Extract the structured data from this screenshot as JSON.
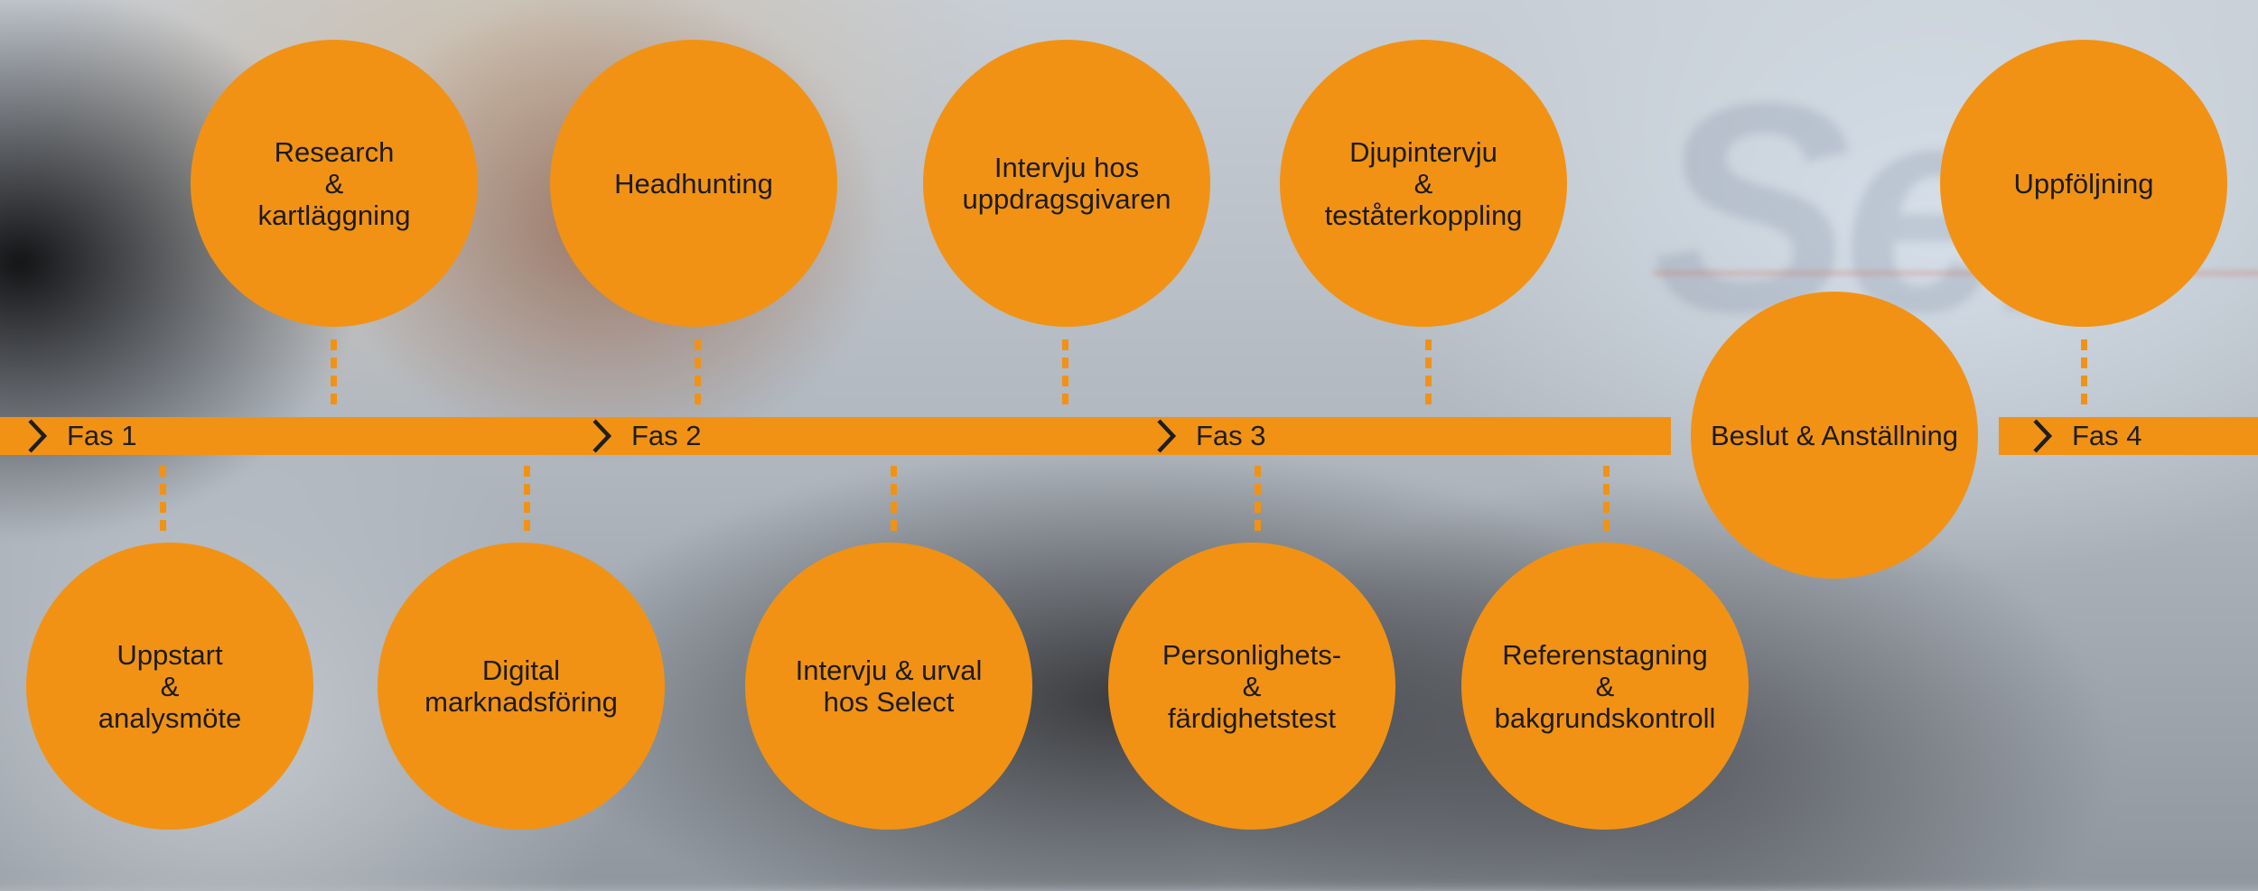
{
  "phases": [
    {
      "label": "Fas 1"
    },
    {
      "label": "Fas 2"
    },
    {
      "label": "Fas 3"
    },
    {
      "label": "Fas 4"
    }
  ],
  "steps": [
    {
      "label": "Uppstart\n&\nanalysmöte"
    },
    {
      "label": "Research\n&\nkartläggning"
    },
    {
      "label": "Digital\nmarknadsföring"
    },
    {
      "label": "Headhunting"
    },
    {
      "label": "Intervju & urval\nhos Select"
    },
    {
      "label": "Intervju hos\nuppdragsgivaren"
    },
    {
      "label": "Personlighets-\n&\nfärdighetstest"
    },
    {
      "label": "Djupintervju\n&\nteståterkoppling"
    },
    {
      "label": "Referenstagning\n&\nbakgrundskontroll"
    },
    {
      "label": "Beslut & Anställning"
    },
    {
      "label": "Uppföljning"
    }
  ],
  "colors": {
    "accent": "#f19215",
    "text": "#1b1b1b"
  }
}
